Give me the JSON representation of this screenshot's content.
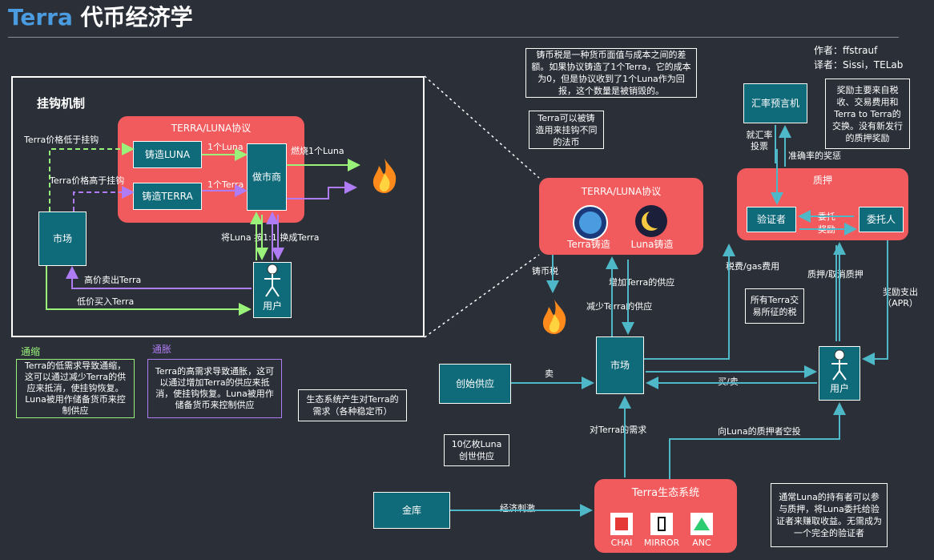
{
  "title": {
    "brand": "Terra",
    "rest": " 代币经济学"
  },
  "credits": {
    "author": "作者：ffstrauf",
    "translator": "译者：Sissi，TELab"
  },
  "peg": {
    "heading": "挂钩机制",
    "protocol_title": "TERRA/LUNA协议",
    "mint_luna": "铸造LUNA",
    "mint_terra": "铸造TERRA",
    "market_maker": "做市商",
    "market": "市场",
    "user": "用户",
    "lbl_price_low": "Terra价格低于挂钩",
    "lbl_price_high": "Terra价格高于挂钩",
    "lbl_one_luna": "1个Luna",
    "lbl_one_terra": "1个Terra",
    "lbl_burn_luna": "燃烧1个Luna",
    "lbl_swap": "将Luna 按1:1 换成Terra",
    "lbl_sell_high": "高价卖出Terra",
    "lbl_buy_low": "低价买入Terra"
  },
  "deflation": {
    "heading": "通缩",
    "text": "Terra的低需求导致通缩，这可以通过减少Terra的供应来抵消，使挂钩恢复。Luna被用作储备货币来控制供应"
  },
  "inflation": {
    "heading": "通胀",
    "text": "Terra的高需求导致通胀，这可以通过增加Terra的供应来抵消，使挂钩恢复。Luna被用作储备货币来控制供应"
  },
  "notes": {
    "seigniorage": "铸币税是一种货币面值与成本之间的差额。如果协议铸造了1个Terra，它的成本为0，但是协议收到了1个Luna作为回报，这个数量是被销毁的。",
    "fiat": "Terra可以被铸造用来挂钩不同的法币",
    "rewards": "奖励主要来自税收、交易费用和Terra to Terra的交换。没有新发行的质押奖励",
    "ecosystem_demand": "生态系统产生对Terra的需求（各种稳定币）",
    "genesis_supply": "10亿枚Luna创世供应",
    "all_tax": "所有Terra交易所征的税",
    "usually": "通常Luna的持有者可以参与质押，将Luna委托给验证者来赚取收益。无需成为一个完全的验证者"
  },
  "protocol": {
    "title": "TERRA/LUNA协议",
    "terra_mint": "Terra铸造",
    "luna_mint": "Luna铸造"
  },
  "staking": {
    "title": "质押",
    "validator": "验证者",
    "delegator": "委托人",
    "delegate": "委托",
    "reward": "奖励"
  },
  "nodes": {
    "oracle": "汇率预言机",
    "market": "市场",
    "genesis": "创始供应",
    "treasury": "金库",
    "user": "用户"
  },
  "ecosystem": {
    "title": "Terra生态系统",
    "apps": [
      {
        "name": "CHAI",
        "icon": "chai-logo-icon"
      },
      {
        "name": "MIRROR",
        "icon": "mirror-logo-icon"
      },
      {
        "name": "ANC",
        "icon": "anchor-logo-icon"
      }
    ]
  },
  "labels": {
    "exchange_rate_quote": "就汇率\n投票",
    "accurate_reward": "准确率的奖惩",
    "seigniorage": "铸币税",
    "increase_supply": "增加Terra的供应",
    "decrease_supply": "减少Terra的供应",
    "tax_gas": "税费/gas费用",
    "stake_unstake": "质押/取消质押",
    "reward_payout": "奖励支出\n（APR）",
    "sell": "卖",
    "buy_sell": "买/卖",
    "demand": "对Terra的需求",
    "airdrop": "向Luna的质押者空投",
    "stimulus": "经济刺激"
  },
  "colors": {
    "background": "#2b3038",
    "protocol_red": "#f15b5d",
    "node_teal": "#0f6a7a",
    "wire_teal": "#4fb8c8",
    "green_arrow": "#9af27a",
    "purple_arrow": "#b07cf5",
    "brand_blue": "#4a9be0"
  }
}
